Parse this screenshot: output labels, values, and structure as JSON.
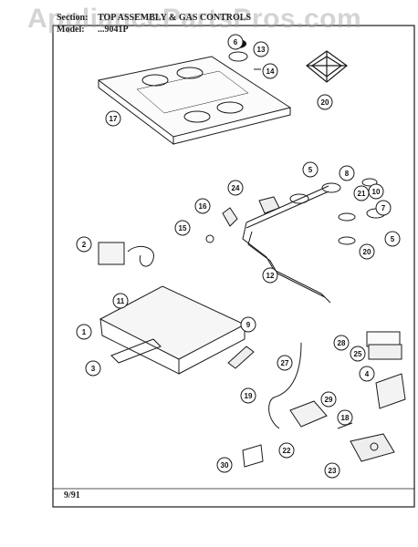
{
  "header": {
    "section_label": "Section:",
    "section_value": "TOP ASSEMBLY & GAS CONTROLS",
    "model_label": "Model:",
    "model_value": "...9041P"
  },
  "watermark": "AppliancePartsPros.com",
  "footer": {
    "date": "9/91"
  },
  "callouts": [
    "1",
    "2",
    "3",
    "4",
    "5",
    "5",
    "6",
    "7",
    "8",
    "9",
    "10",
    "11",
    "12",
    "13",
    "14",
    "15",
    "16",
    "17",
    "19",
    "18",
    "20",
    "20",
    "21",
    "22",
    "23",
    "24",
    "25",
    "27",
    "28",
    "29",
    "30"
  ],
  "colors": {
    "ink": "#1a1a1a",
    "paper": "#ffffff",
    "watermark": "#a0a0a0"
  }
}
